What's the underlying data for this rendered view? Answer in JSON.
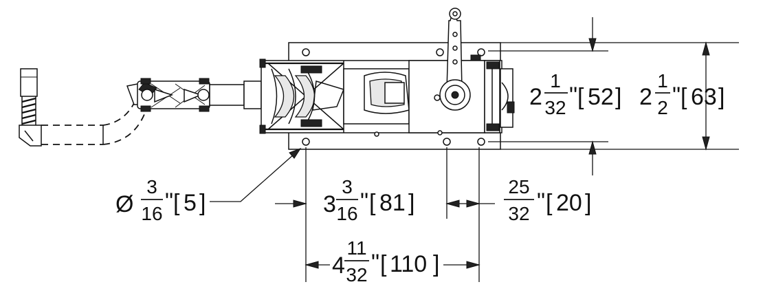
{
  "dimensions": {
    "d1": {
      "whole": "2",
      "num": "1",
      "den": "32",
      "unit": "\"",
      "metric": "52"
    },
    "d2": {
      "whole": "2",
      "num": "1",
      "den": "2",
      "unit": "\"",
      "metric": "63"
    },
    "d3": {
      "prefix": "Ø",
      "num": "3",
      "den": "16",
      "unit": "\"",
      "metric": "5"
    },
    "d4": {
      "whole": "3",
      "num": "3",
      "den": "16",
      "unit": "\"",
      "metric": "81"
    },
    "d5": {
      "num": "25",
      "den": "32",
      "unit": "\"",
      "metric": "20"
    },
    "d6": {
      "whole": "4",
      "num": "11",
      "den": "32",
      "unit": "\"",
      "metric": "110"
    }
  }
}
